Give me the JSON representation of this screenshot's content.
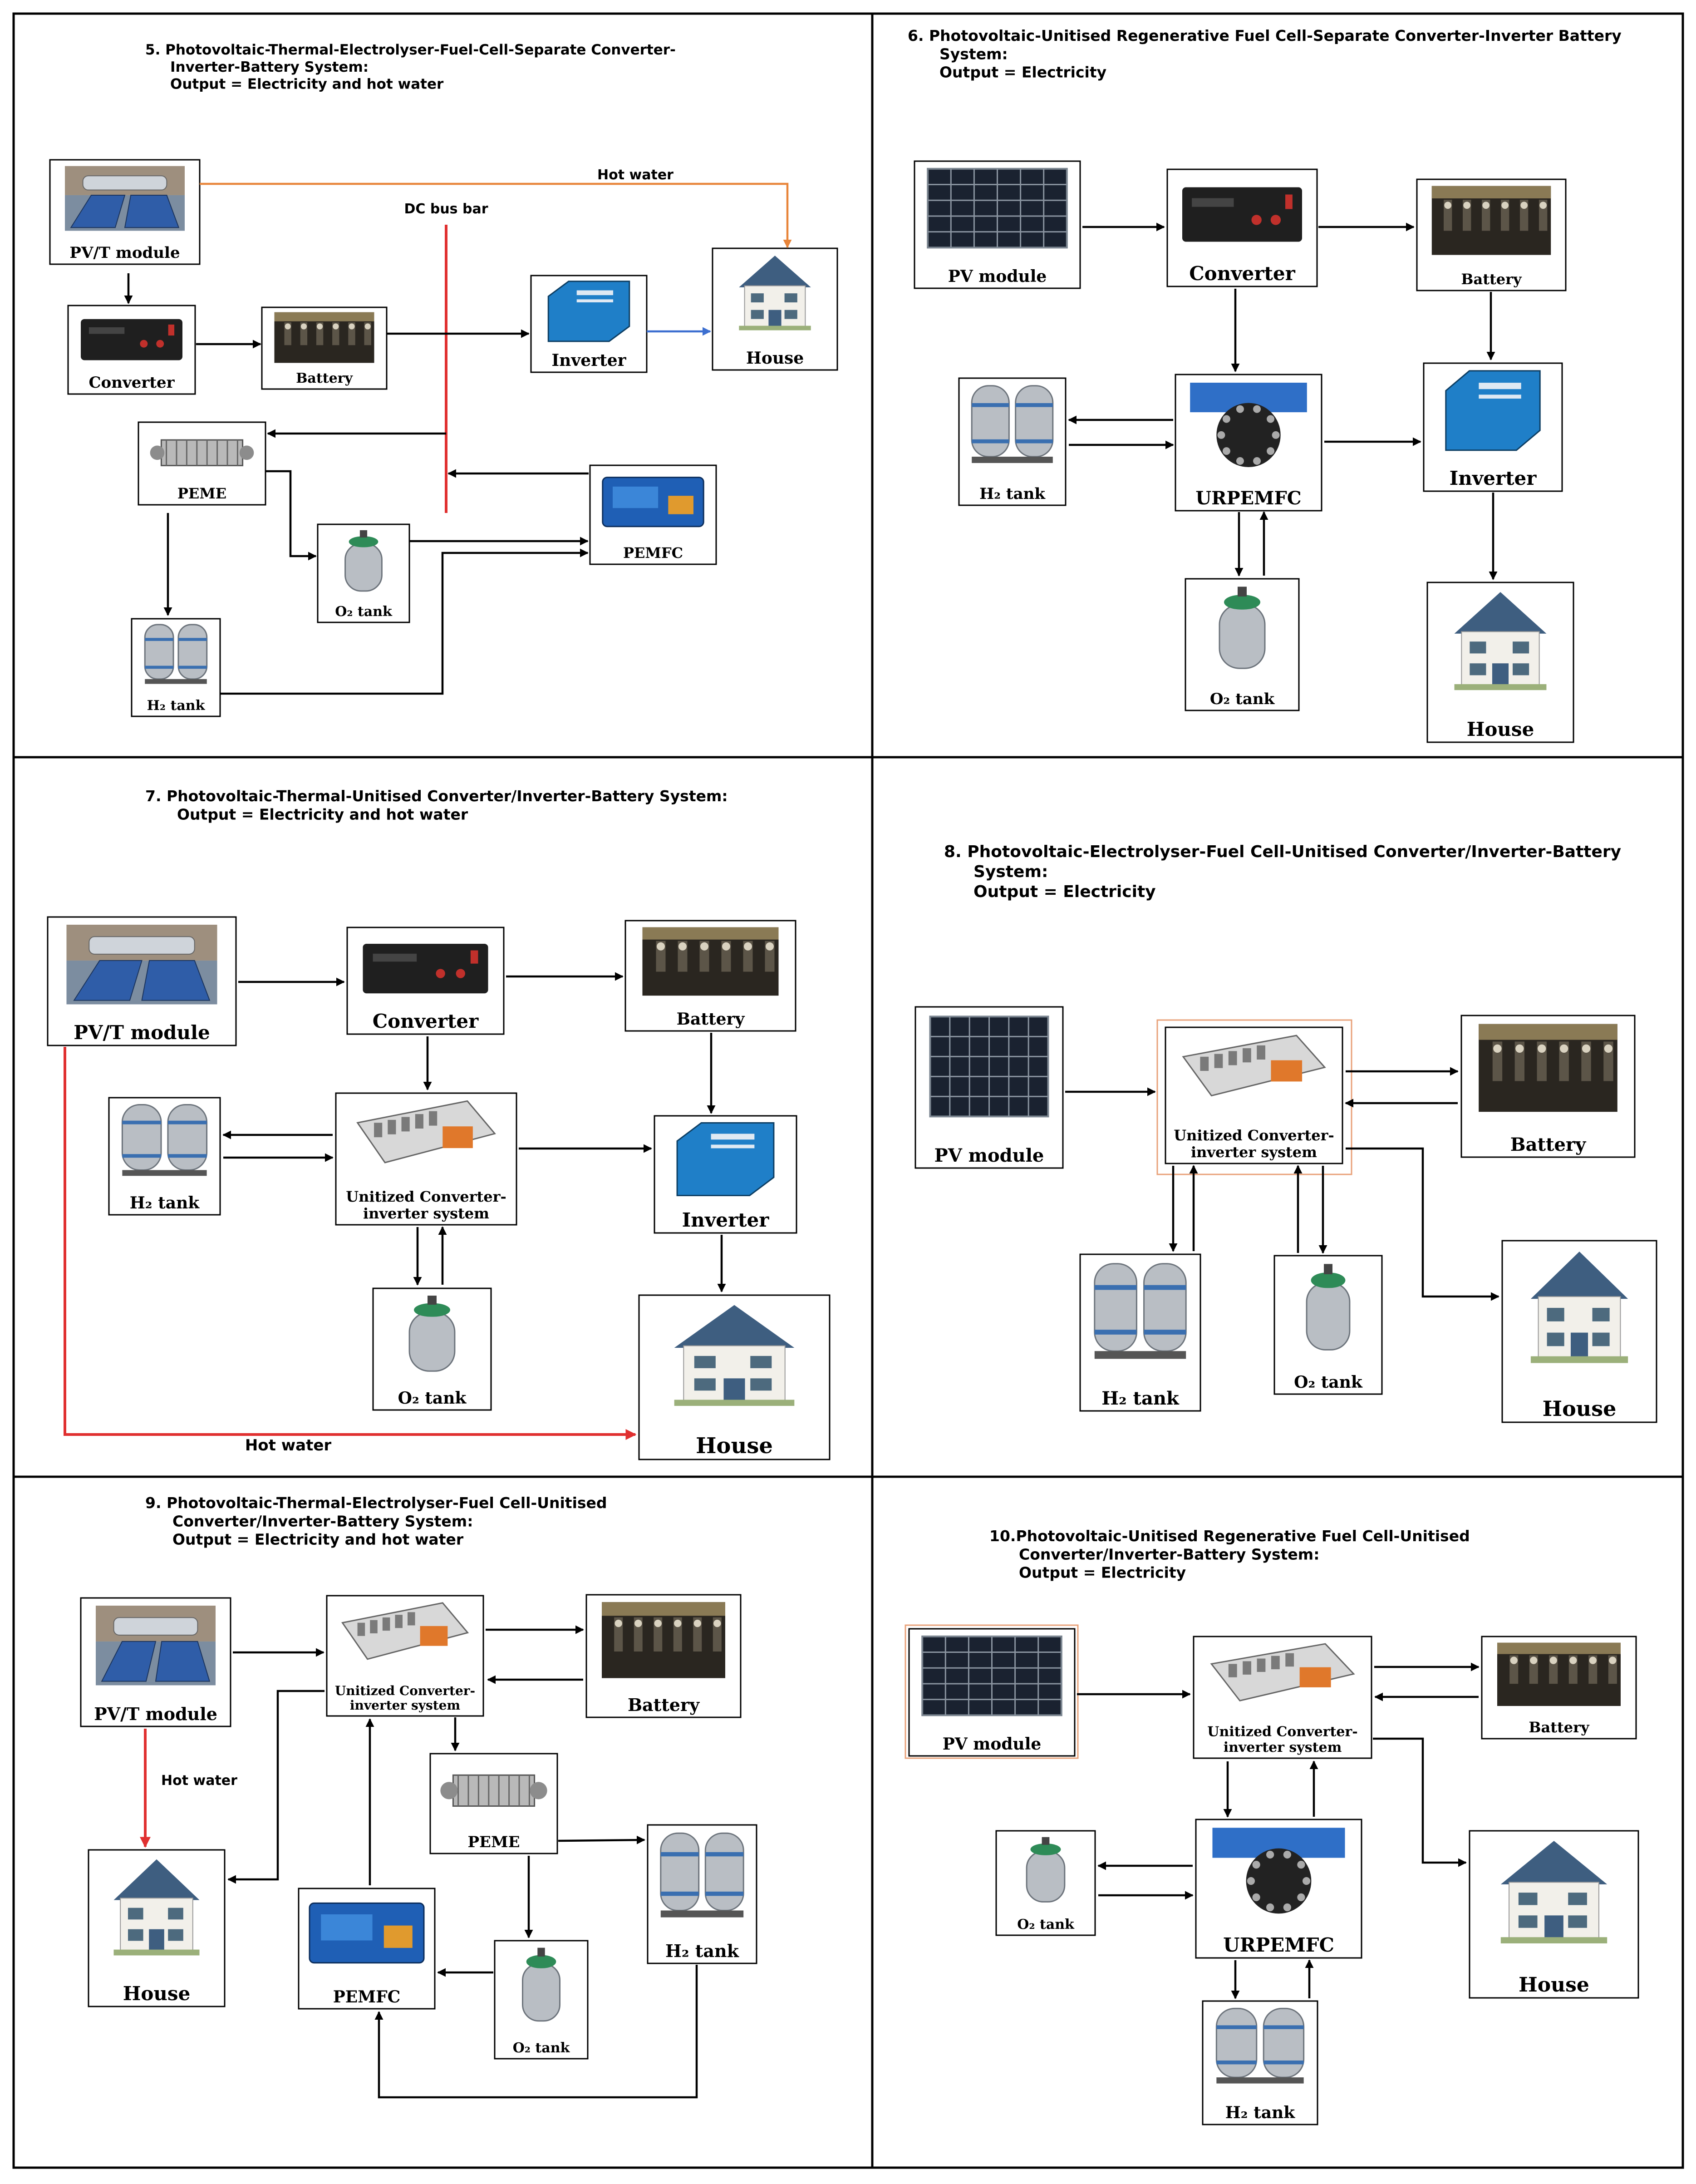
{
  "panels": [
    {
      "title": [
        "5.  Photovoltaic-Thermal-Electrolyser-Fuel-Cell-Separate Converter-",
        "Inverter-Battery System:",
        "Output = Electricity and hot water"
      ]
    },
    {
      "title": [
        "6.  Photovoltaic-Unitised Regenerative Fuel Cell-Separate Converter-Inverter Battery",
        "System:",
        "Output = Electricity"
      ]
    },
    {
      "title": [
        "7.  Photovoltaic-Thermal-Unitised Converter/Inverter-Battery System:",
        "Output = Electricity and hot water"
      ]
    },
    {
      "title": [
        "8.  Photovoltaic-Electrolyser-Fuel Cell-Unitised Converter/Inverter-Battery",
        "System:",
        "Output = Electricity"
      ]
    },
    {
      "title": [
        "9.  Photovoltaic-Thermal-Electrolyser-Fuel Cell-Unitised",
        "Converter/Inverter-Battery System:",
        "Output = Electricity and hot water"
      ]
    },
    {
      "title": [
        "10.Photovoltaic-Unitised Regenerative Fuel Cell-Unitised",
        "Converter/Inverter-Battery System:",
        "Output = Electricity"
      ]
    }
  ],
  "labels": {
    "pvt_module": "PV/T module",
    "pv_module": "PV module",
    "converter": "Converter",
    "battery": "Battery",
    "inverter": "Inverter",
    "house": "House",
    "peme": "PEME",
    "pemfc": "PEMFC",
    "urpemfc": "URPEMFC",
    "h2_tank": "H₂ tank",
    "o2_tank": "O₂ tank",
    "unitized_line1": "Unitized Converter-",
    "unitized_line2": "inverter system",
    "hot_water": "Hot water",
    "dc_bus_bar": "DC bus bar"
  },
  "colors": {
    "hot_water_orange": "#E8853A",
    "hot_water_red": "#E03030",
    "dc_bus_red": "#E03030",
    "inverter_link_blue": "#3D6FD0",
    "pv_cell": "#1A2230",
    "inverter_blue": "#1F7FC8",
    "tank_gray": "#B9BEC4",
    "o2_cap_green": "#2E8B57",
    "house_roof": "#3E5E80",
    "converter_black": "#1F1F1F"
  }
}
